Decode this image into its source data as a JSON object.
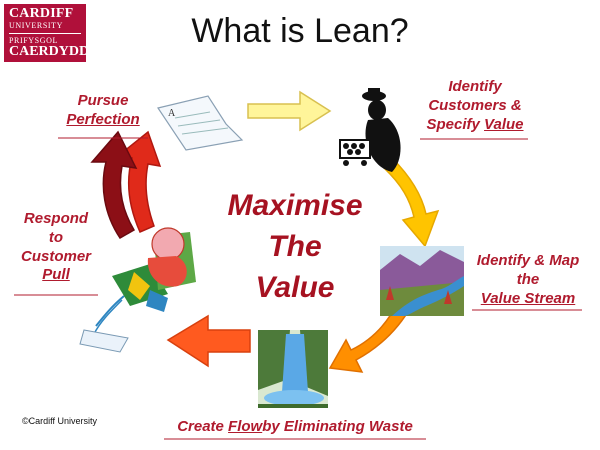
{
  "logo": {
    "line1": "CARDIFF",
    "line2": "UNIVERSITY",
    "line3": "PRIFYSGOL",
    "line4": "CAERDYDD"
  },
  "title": "What is Lean?",
  "center": {
    "line1": "Maximise",
    "line2": "The",
    "line3": "Value"
  },
  "steps": {
    "pursue": {
      "line1": "Pursue",
      "line2": "Perfection"
    },
    "identify_customers": {
      "line1": "Identify",
      "line2": "Customers &",
      "line3_a": "Specify ",
      "line3_b": "Value"
    },
    "value_stream": {
      "line1": "Identify & Map",
      "line2": "the",
      "line3": "Value Stream"
    },
    "flow": {
      "a": "Create ",
      "b": "Flow",
      "c": "by Eliminating Waste"
    },
    "pull": {
      "line1": "Respond",
      "line2": "to",
      "line3": "Customer",
      "line4": "Pull"
    }
  },
  "copyright": "©Cardiff University",
  "colors": {
    "brand": "#b0103a",
    "label_red": "#b01b2e",
    "arrow_top": "#fff59a",
    "arrow_yellow": "#ffc400",
    "arrow_orange": "#ff8f00",
    "arrow_redorange": "#ff5a1f",
    "arrow_red": "#e02a1a",
    "arrow_darkred": "#8c0f16"
  },
  "icons": [
    "paper-sheet-icon",
    "shopper-silhouette-icon",
    "landscape-stream-icon",
    "waterfall-icon",
    "watering-person-icon"
  ]
}
